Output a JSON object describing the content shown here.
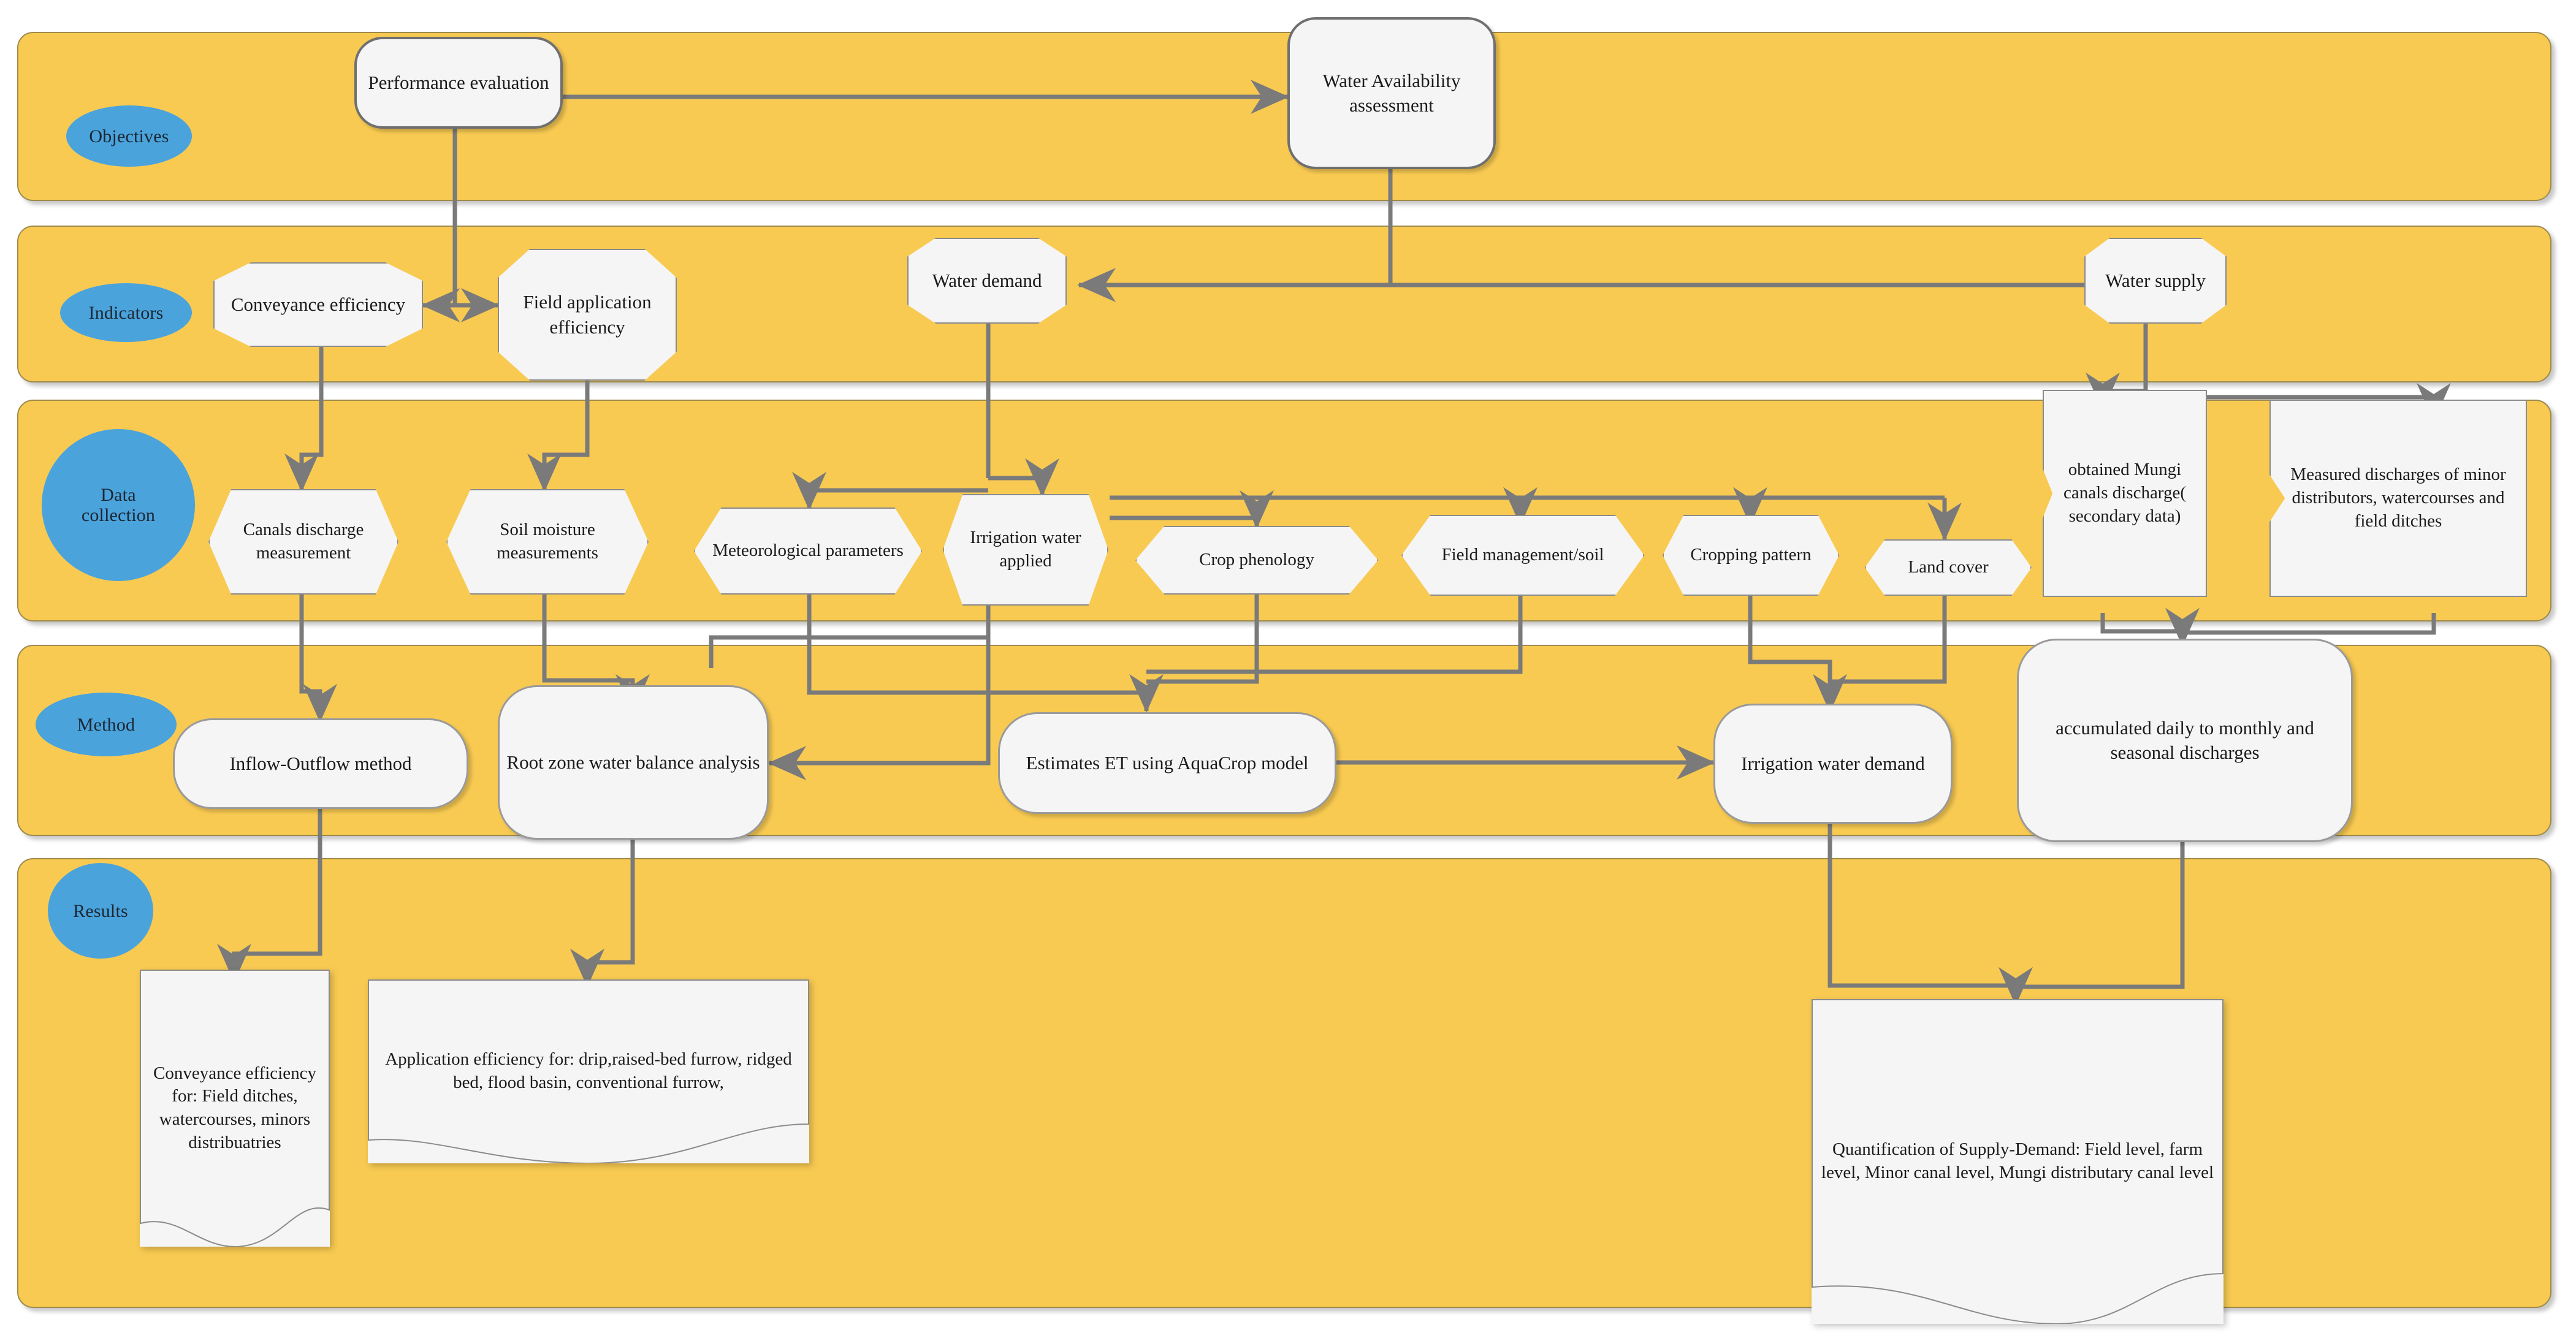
{
  "diagram": {
    "title": "Irrigation performance evaluation and water availability assessment framework",
    "colors": {
      "lane_fill": "#F8CA52",
      "lane_stroke": "#9e8a4a",
      "pill_fill": "#4BA3DC",
      "node_fill": "#F5F5F5",
      "node_stroke": "#8b8b8b",
      "connector": "#7a7a7a"
    }
  },
  "lanes": [
    {
      "id": "objectives",
      "label": "Objectives"
    },
    {
      "id": "indicators",
      "label": "Indicators"
    },
    {
      "id": "data-collection",
      "label": "Data\ncollection"
    },
    {
      "id": "method",
      "label": "Method"
    },
    {
      "id": "results",
      "label": "Results"
    }
  ],
  "lane_labels": {
    "objectives": "Objectives",
    "indicators": "Indicators",
    "data_collection_1": "Data",
    "data_collection_2": "collection",
    "method": "Method",
    "results": "Results"
  },
  "nodes": {
    "performance_evaluation": "Performance evaluation",
    "water_availability_assessment": "Water Availability assessment",
    "conveyance_efficiency": "Conveyance efficiency",
    "field_application_efficiency": "Field application efficiency",
    "water_demand": "Water demand",
    "water_supply": "Water supply",
    "canals_discharge_measurement": "Canals discharge measurement",
    "soil_moisture_measurements": "Soil moisture measurements",
    "meteorological_parameters": "Meteorological parameters",
    "irrigation_water_applied": "Irrigation water applied",
    "crop_phenology": "Crop phenology",
    "field_management_soil": "Field management/soil",
    "cropping_pattern": "Cropping pattern",
    "land_cover": "Land cover",
    "obtained_mungi_canals_discharge": "obtained Mungi canals discharge( secondary data)",
    "measured_discharges": "Measured discharges of minor distributors, watercourses and field ditches",
    "inflow_outflow_method": "Inflow-Outflow method",
    "root_zone_water_balance": "Root zone water balance analysis",
    "estimates_et_aquacrop": "Estimates ET using AquaCrop model",
    "irrigation_water_demand": "Irrigation water demand",
    "accumulated_discharges": "accumulated daily to monthly and seasonal discharges",
    "conveyance_efficiency_for": "Conveyance efficiency for: Field ditches, watercourses, minors distribuatries",
    "application_efficiency_for": "Application efficiency for: drip,raised-bed furrow, ridged bed, flood basin, conventional furrow,",
    "quantification_supply_demand": "Quantification of Supply-Demand: Field level, farm level, Minor canal level, Mungi distributary canal level"
  },
  "edges": [
    {
      "from": "performance_evaluation",
      "to": "water_availability_assessment"
    },
    {
      "from": "performance_evaluation",
      "to": "field_application_efficiency"
    },
    {
      "from": "field_application_efficiency",
      "to": "conveyance_efficiency"
    },
    {
      "from": "conveyance_efficiency",
      "to": "field_application_efficiency"
    },
    {
      "from": "water_availability_assessment",
      "to": "water_demand"
    },
    {
      "from": "water_supply",
      "to": "water_demand"
    },
    {
      "from": "conveyance_efficiency",
      "to": "canals_discharge_measurement"
    },
    {
      "from": "field_application_efficiency",
      "to": "soil_moisture_measurements"
    },
    {
      "from": "water_demand",
      "to": "meteorological_parameters"
    },
    {
      "from": "water_demand",
      "to": "irrigation_water_applied"
    },
    {
      "from": "irrigation_water_applied",
      "to": "crop_phenology"
    },
    {
      "from": "irrigation_water_applied",
      "to": "field_management_soil"
    },
    {
      "from": "irrigation_water_applied",
      "to": "cropping_pattern"
    },
    {
      "from": "irrigation_water_applied",
      "to": "land_cover"
    },
    {
      "from": "water_supply",
      "to": "obtained_mungi_canals_discharge"
    },
    {
      "from": "obtained_mungi_canals_discharge",
      "to": "measured_discharges"
    },
    {
      "from": "canals_discharge_measurement",
      "to": "inflow_outflow_method"
    },
    {
      "from": "soil_moisture_measurements",
      "to": "root_zone_water_balance"
    },
    {
      "from": "irrigation_water_applied",
      "to": "root_zone_water_balance"
    },
    {
      "from": "meteorological_parameters",
      "to": "estimates_et_aquacrop"
    },
    {
      "from": "crop_phenology",
      "to": "estimates_et_aquacrop"
    },
    {
      "from": "field_management_soil",
      "to": "estimates_et_aquacrop"
    },
    {
      "from": "cropping_pattern",
      "to": "irrigation_water_demand"
    },
    {
      "from": "land_cover",
      "to": "irrigation_water_demand"
    },
    {
      "from": "estimates_et_aquacrop",
      "to": "irrigation_water_demand"
    },
    {
      "from": "obtained_mungi_canals_discharge",
      "to": "accumulated_discharges"
    },
    {
      "from": "measured_discharges",
      "to": "accumulated_discharges"
    },
    {
      "from": "inflow_outflow_method",
      "to": "conveyance_efficiency_for"
    },
    {
      "from": "root_zone_water_balance",
      "to": "application_efficiency_for"
    },
    {
      "from": "irrigation_water_demand",
      "to": "quantification_supply_demand"
    },
    {
      "from": "accumulated_discharges",
      "to": "quantification_supply_demand"
    }
  ]
}
